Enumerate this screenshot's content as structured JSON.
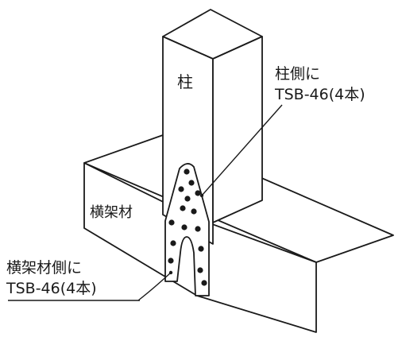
{
  "labels": {
    "column": "柱",
    "crossbeam": "横架材"
  },
  "callouts": {
    "column_side": {
      "line1": "柱側に",
      "line2": "TSB-46(4本)"
    },
    "crossbeam_side": {
      "line1": "横架材側に",
      "line2": "TSB-46(4本)"
    }
  },
  "colors": {
    "line": "#1a1a1a",
    "background": "#ffffff"
  }
}
